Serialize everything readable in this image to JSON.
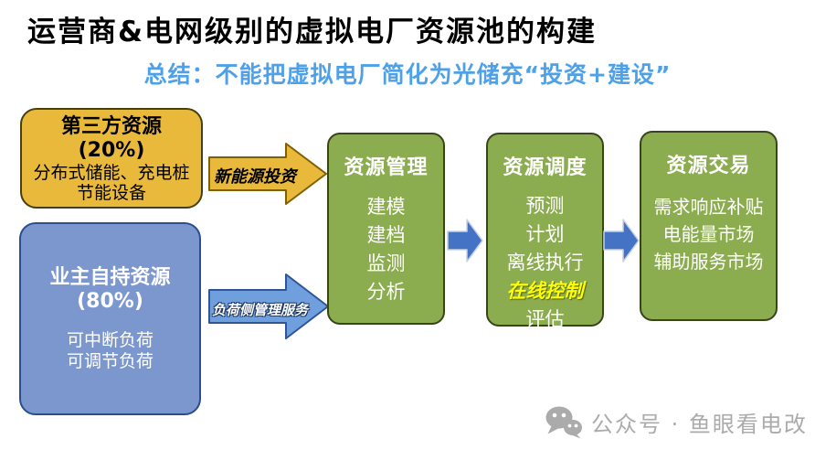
{
  "title": "运营商&电网级别的虚拟电厂资源池的构建",
  "subtitle": {
    "text": "总结：不能把虚拟电厂简化为光储充“投资+建设”"
  },
  "left_boxes": {
    "third_party": {
      "title": "第三方资源",
      "share": "(20%)",
      "line1": "分布式储能、充电桩",
      "line2": "节能设备"
    },
    "owner": {
      "title": "业主自持资源",
      "share": "(80%)",
      "line1": "可中断负荷",
      "line2": "可调节负荷"
    }
  },
  "flow_arrows": {
    "invest": {
      "label": "新能源投资"
    },
    "load": {
      "label": "负荷侧管理服务"
    }
  },
  "stages": [
    {
      "title": "资源管理",
      "items": [
        "建模",
        "建档",
        "监测",
        "分析"
      ]
    },
    {
      "title": "资源调度",
      "items": [
        "预测",
        "计划",
        "离线执行",
        "在线控制",
        "评估"
      ]
    },
    {
      "title": "资源交易",
      "items": [
        "需求响应补贴",
        "电能量市场",
        "辅助服务市场"
      ]
    }
  ],
  "watermark": {
    "label": "公众号 · 鱼眼看电改",
    "icon": "wechat-icon"
  },
  "colors": {
    "title_text": "#000000",
    "subtitle_blue": "#4EA1E8",
    "third_party_fill": "#E9B93C",
    "third_party_border": "#46400F",
    "owner_fill": "#7C97CE",
    "owner_border": "#2C4D8E",
    "invest_arrow_fill": "#E9B93C",
    "invest_arrow_border": "#7F6000",
    "load_arrow_fill": "#6F9FDC",
    "load_arrow_border": "#2F5597",
    "stage_fill": "#8BAC4F",
    "stage_border": "#39441C",
    "mini_arrow_fill": "#4472C4",
    "mini_arrow_border": "#C9D2E2",
    "highlight_yellow": "#FFFF00",
    "watermark_gray": "#ABABAB"
  }
}
